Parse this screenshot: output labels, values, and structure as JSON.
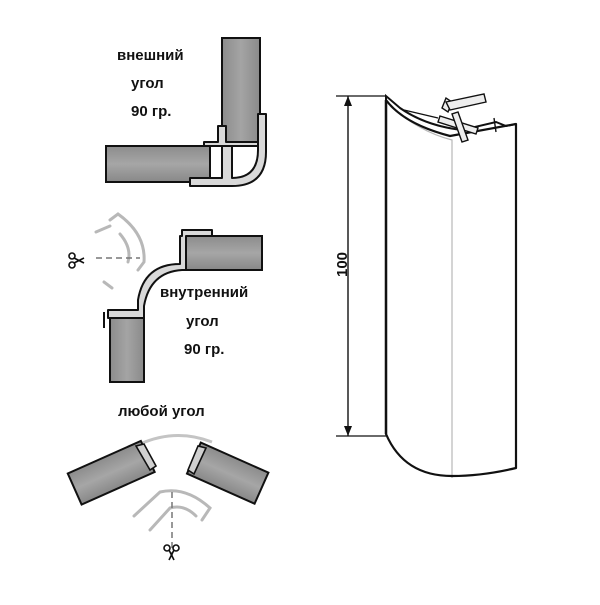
{
  "labels": {
    "outer": {
      "line1": "внешний",
      "line2": "угол",
      "line3": "90 гр."
    },
    "inner": {
      "line1": "внутренний",
      "line2": "угол",
      "line3": "90 гр."
    },
    "any": "любой угол"
  },
  "dimension": {
    "value": "100"
  },
  "colors": {
    "panel_fill": "#9a9a9a",
    "panel_dark": "#6f6f6f",
    "outline": "#111111",
    "ghost": "#b8b8b8",
    "background": "#ffffff"
  },
  "icons": [
    "scissors-icon"
  ]
}
